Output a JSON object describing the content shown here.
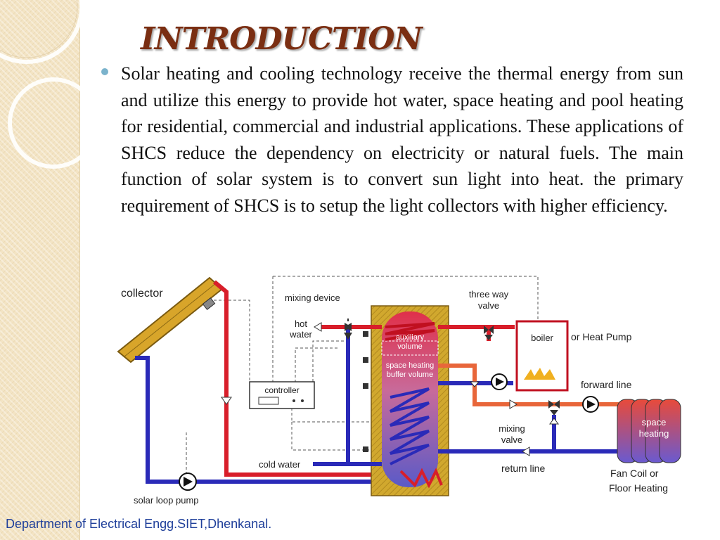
{
  "slide": {
    "title": "INTRODUCTION",
    "body": "Solar heating and cooling technology receive the thermal energy from sun and utilize this energy to provide hot water, space heating and pool heating for residential, commercial and industrial applications. These applications of SHCS reduce the dependency on electricity or natural fuels. The main function of solar system is to convert sun light into heat. the primary requirement of SHCS is to setup the light collectors with higher efficiency.",
    "footer": "Department of Electrical Engg.SIET,Dhenkanal."
  },
  "diagram": {
    "collector": "collector",
    "mixing_device": "mixing device",
    "three_way_valve_1": "three way",
    "three_way_valve_2": "valve",
    "hot_water_1": "hot",
    "hot_water_2": "water",
    "auxiliary_1": "auxiliary",
    "auxiliary_2": "volume",
    "buffer_1": "space heating",
    "buffer_2": "buffer volume",
    "boiler": "boiler",
    "heat_pump": "or Heat Pump",
    "controller": "controller",
    "forward_line": "forward line",
    "mixing_valve_1": "mixing",
    "mixing_valve_2": "valve",
    "space_heating_1": "space",
    "space_heating_2": "heating",
    "cold_water": "cold water",
    "return_line": "return line",
    "fan_coil_1": "Fan Coil or",
    "fan_coil_2": "Floor Heating",
    "solar_loop_pump": "solar loop pump"
  },
  "colors": {
    "title": "#7a2e12",
    "hot_pipe": "#d81e2a",
    "cold_pipe": "#2a2ab8",
    "warm_pipe": "#e8663a",
    "tank_casing": "#c8a02c",
    "footer": "#1f3f9a"
  }
}
